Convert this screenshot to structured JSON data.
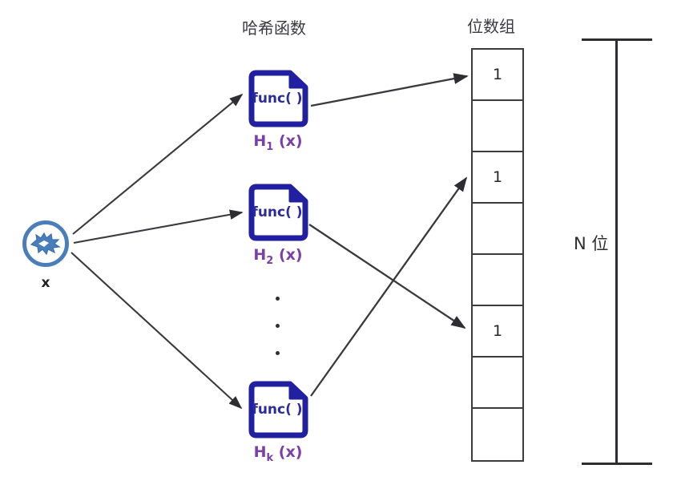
{
  "headings": {
    "hash_functions": "哈希函数",
    "bit_array": "位数组"
  },
  "input": {
    "label": "x",
    "icon": "starburst-circle-icon",
    "ring_color": "#4A7EBB",
    "burst_color": "#4A7EBB"
  },
  "hash_functions": [
    {
      "id": "h1",
      "body_text": "func( )",
      "label": "H",
      "subscript": "1",
      "label_suffix": " (x)",
      "icon": "document-icon"
    },
    {
      "id": "h2",
      "body_text": "func( )",
      "label": "H",
      "subscript": "2",
      "label_suffix": " (x)",
      "icon": "document-icon"
    },
    {
      "id": "hk",
      "body_text": "func( )",
      "label": "H",
      "subscript": "k",
      "label_suffix": " (x)",
      "icon": "document-icon"
    }
  ],
  "ellipsis": {
    "name": "vertical-ellipsis",
    "dot_count": 3
  },
  "bit_array": {
    "cell_count": 8,
    "cells": [
      {
        "index": 0,
        "value": "1"
      },
      {
        "index": 1,
        "value": ""
      },
      {
        "index": 2,
        "value": "1"
      },
      {
        "index": 3,
        "value": ""
      },
      {
        "index": 4,
        "value": ""
      },
      {
        "index": 5,
        "value": "1"
      },
      {
        "index": 6,
        "value": ""
      },
      {
        "index": 7,
        "value": ""
      }
    ]
  },
  "size_bracket": {
    "label": "N 位",
    "icon": "vertical-measure-bracket-icon"
  },
  "arrows": [
    {
      "name": "arrow-x-to-h1",
      "from": "input",
      "to": "h1"
    },
    {
      "name": "arrow-x-to-h2",
      "from": "input",
      "to": "h2"
    },
    {
      "name": "arrow-x-to-hk",
      "from": "input",
      "to": "hk"
    },
    {
      "name": "arrow-h1-to-bit0",
      "from": "h1",
      "to": "bit-cell-0"
    },
    {
      "name": "arrow-h2-to-bit5",
      "from": "h2",
      "to": "bit-cell-5"
    },
    {
      "name": "arrow-hk-to-bit2",
      "from": "hk",
      "to": "bit-cell-2"
    }
  ],
  "colors": {
    "doc_border": "#2020A0",
    "doc_text": "#2B2B9E",
    "hash_label": "#7B3FA6",
    "node_ring": "#4A7EBB",
    "line": "#3A3A3E",
    "cell_border": "#3C3C40",
    "heading_text": "#3A3A42"
  }
}
